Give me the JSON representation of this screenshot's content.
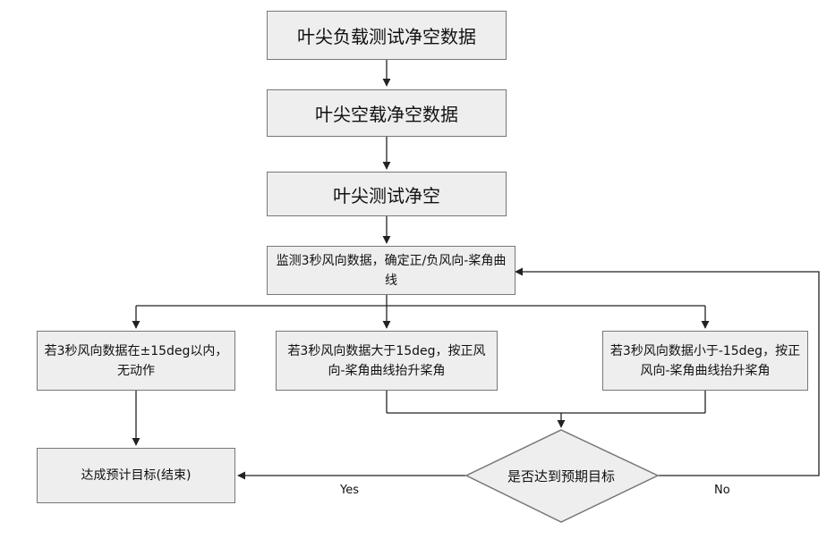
{
  "steps": {
    "s1": "叶尖负载测试净空数据",
    "s2": "叶尖空载净空数据",
    "s3": "叶尖测试净空",
    "s4": "监测3秒风向数据，确定正/负风向-桨角曲线"
  },
  "branches": {
    "left": "若3秒风向数据在±15deg以内，无动作",
    "middle": "若3秒风向数据大于15deg，按正风向-桨角曲线抬升桨角",
    "right": "若3秒风向数据小于-15deg，按正风向-桨角曲线抬升桨角"
  },
  "decision": "是否达到预期目标",
  "end": "达成预计目标(结束)",
  "labels": {
    "yes": "Yes",
    "no": "No"
  },
  "colors": {
    "box_fill": "#eeeeee",
    "border": "#777777",
    "arrow": "#222222"
  }
}
